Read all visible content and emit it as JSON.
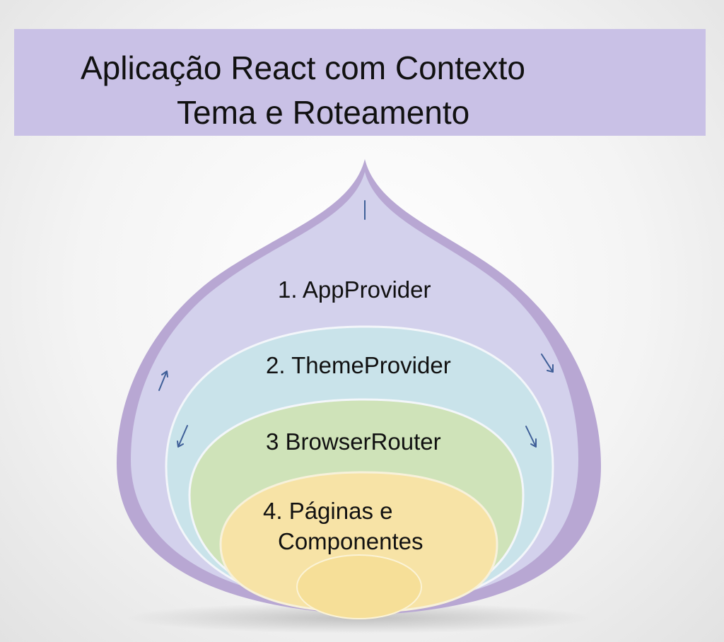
{
  "title": {
    "line1": "Aplicação React com Contexto",
    "line2": "Tema e Roteamento"
  },
  "layers": [
    {
      "label": "1. AppProvider",
      "color": "#d3d1ec"
    },
    {
      "label": "2. ThemeProvider",
      "color": "#c9e3ea"
    },
    {
      "label": "3 BrowserRouter",
      "color": "#cfe3b9"
    },
    {
      "label_line1": "4.   Páginas e",
      "label_line2": "Componentes",
      "color": "#f7e3a6"
    }
  ],
  "colors": {
    "banner": "#c9c1e6",
    "outer_rim": "#b8a7d3",
    "arrows": "#3f5f98"
  },
  "icons": [
    "flow-arrow-icon"
  ]
}
